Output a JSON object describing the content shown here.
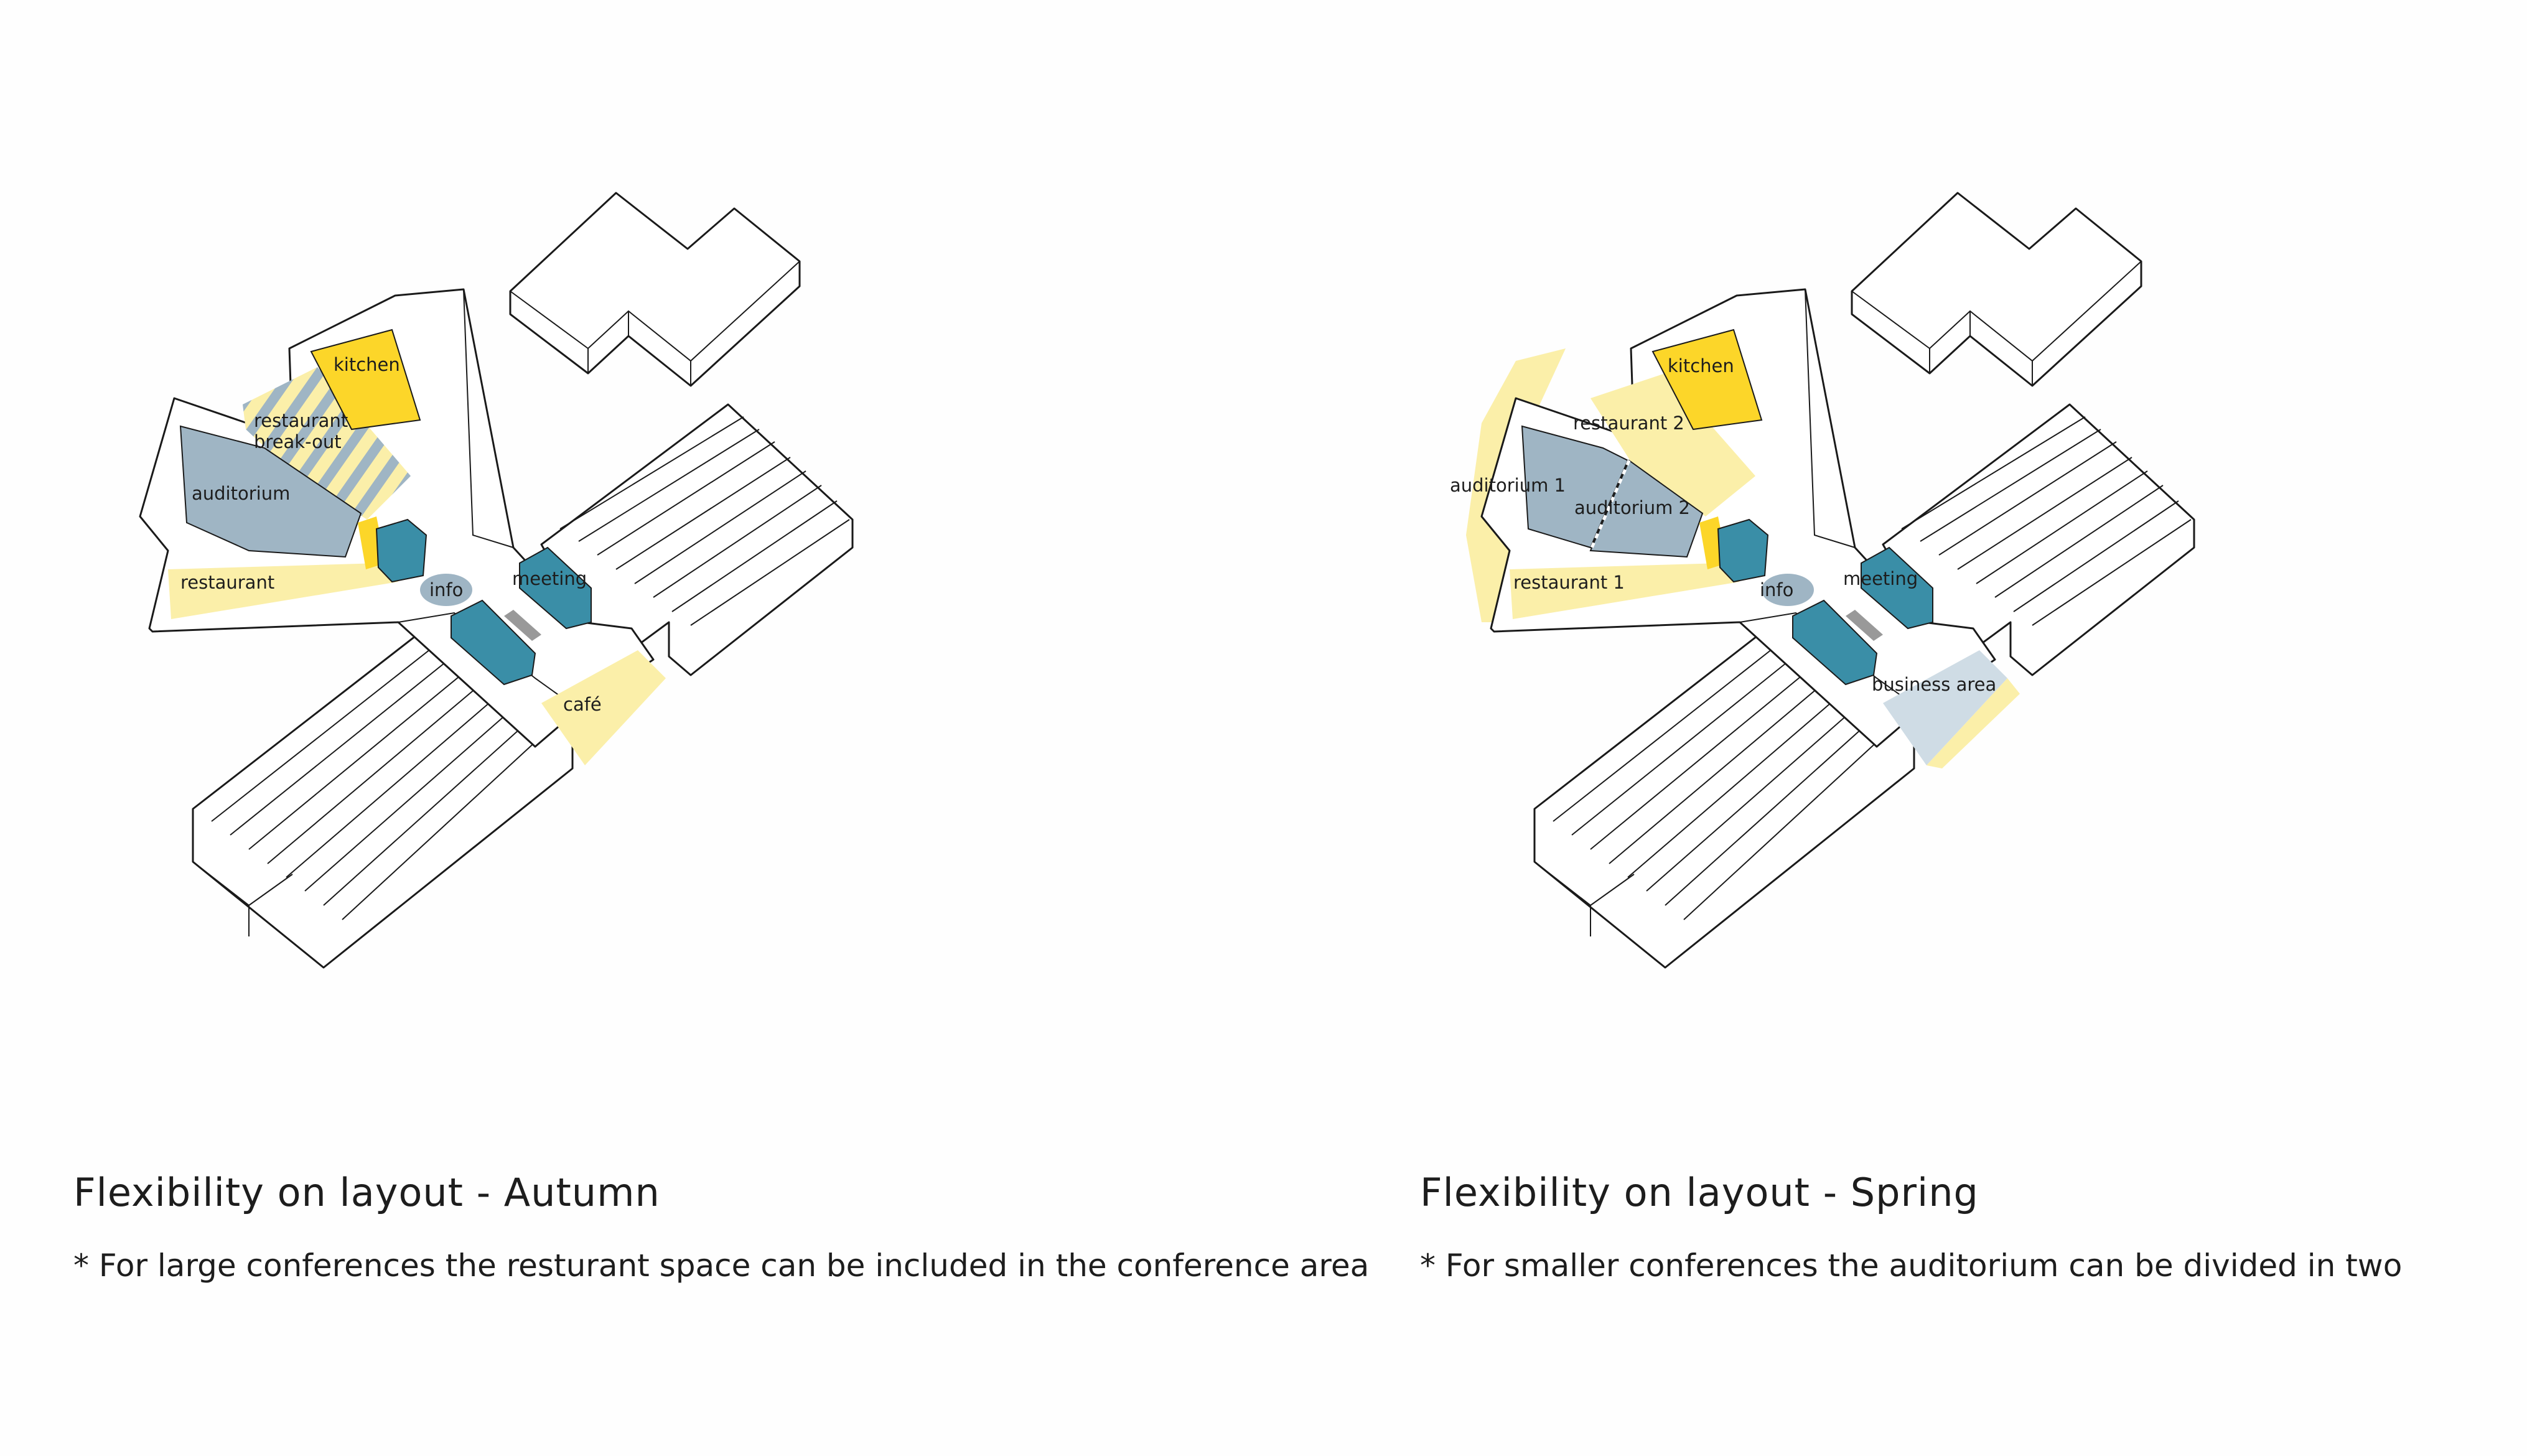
{
  "colors": {
    "yellow": "#fcd629",
    "pale_yellow": "#fbefa9",
    "grey_blue": "#9fb5c4",
    "teal": "#3a8ea7",
    "light_blue": "#cfdce5",
    "outline": "#1a1a1a"
  },
  "panels": [
    {
      "title": "Flexibility on layout - Autumn",
      "note": "* For large conferences the resturant space can be included in the conference area",
      "labels": {
        "kitchen": "kitchen",
        "restaurant_breakout_1": "restaurant",
        "restaurant_breakout_2": "break-out",
        "auditorium": "auditorium",
        "restaurant": "restaurant",
        "info": "info",
        "meeting": "meeting",
        "cafe": "café"
      }
    },
    {
      "title": "Flexibility on layout - Spring",
      "note": "* For smaller conferences the auditorium can be divided in two",
      "labels": {
        "kitchen": "kitchen",
        "restaurant_2": "restaurant 2",
        "auditorium_1": "auditorium 1",
        "auditorium_2": "auditorium 2",
        "restaurant_1": "restaurant 1",
        "info": "info",
        "meeting": "meeting",
        "business_area": "business area"
      }
    }
  ]
}
